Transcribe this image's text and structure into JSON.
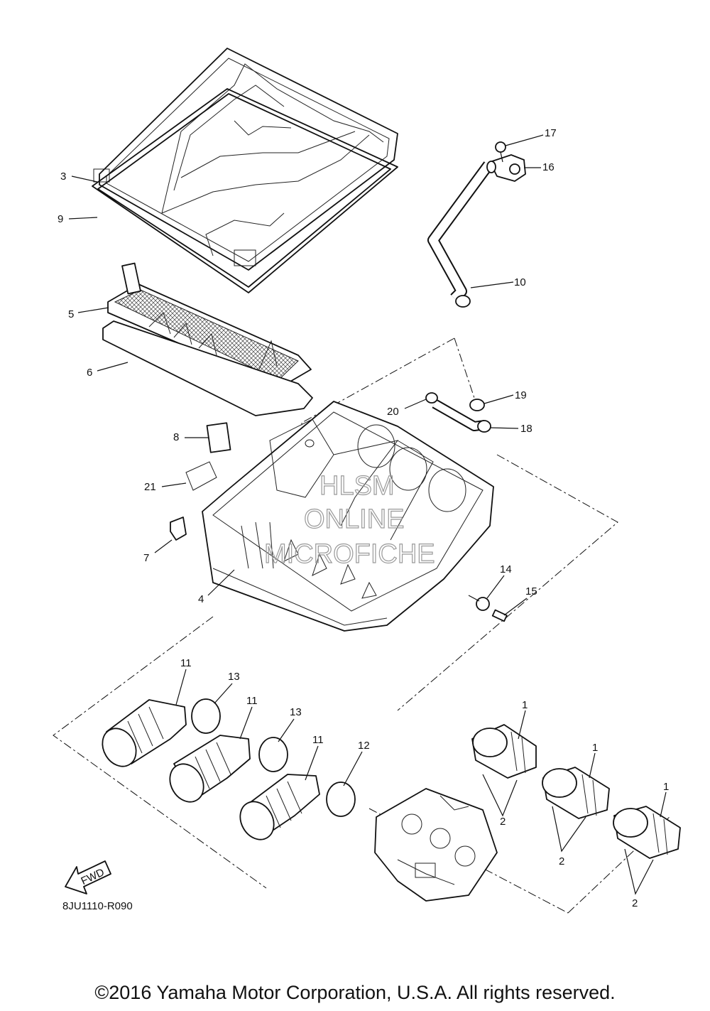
{
  "watermark": {
    "line1": "HLSM",
    "line2": "ONLINE",
    "line3": "MICROFICHE"
  },
  "diagram_code": "8JU1110-R090",
  "fwd_label": "FWD",
  "copyright": "©2016 Yamaha Motor Corporation, U.S.A. All rights reserved.",
  "callouts": {
    "c1a": "1",
    "c1b": "1",
    "c1c": "1",
    "c2a": "2",
    "c2b": "2",
    "c2c": "2",
    "c3": "3",
    "c4": "4",
    "c5": "5",
    "c6": "6",
    "c7": "7",
    "c8": "8",
    "c9": "9",
    "c10": "10",
    "c11a": "11",
    "c11b": "11",
    "c11c": "11",
    "c12": "12",
    "c13a": "13",
    "c13b": "13",
    "c14": "14",
    "c15": "15",
    "c16": "16",
    "c17": "17",
    "c18": "18",
    "c19": "19",
    "c20": "20",
    "c21": "21"
  }
}
